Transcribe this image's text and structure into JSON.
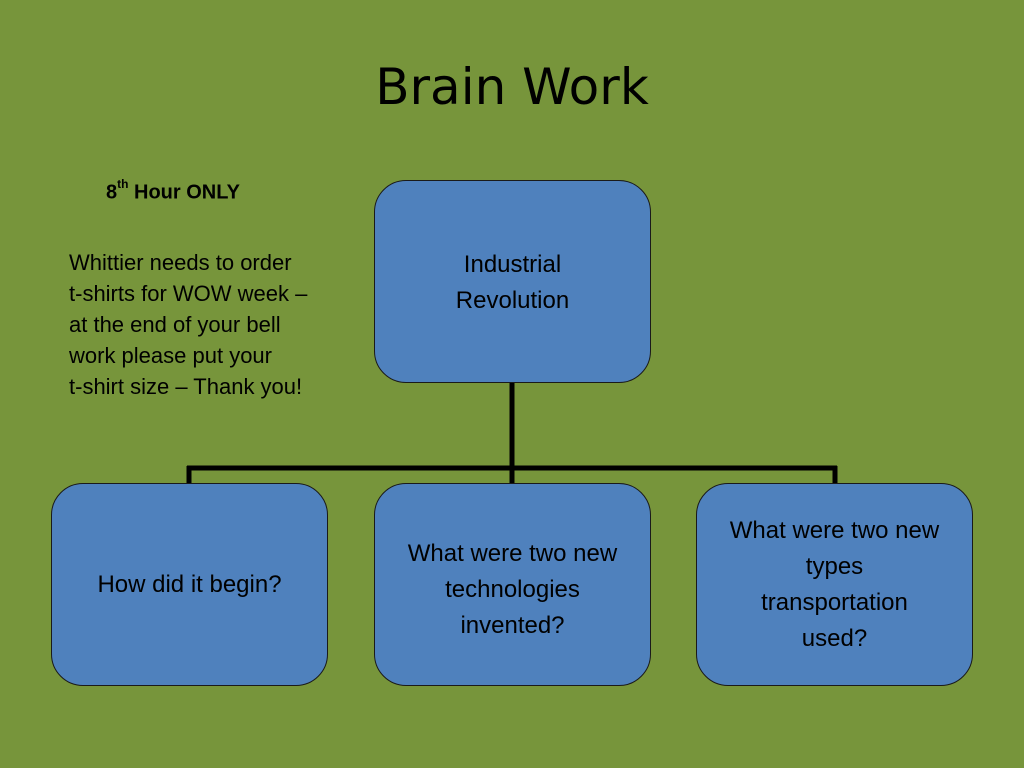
{
  "slide": {
    "title": "Brain Work"
  },
  "note": {
    "heading_number": "8",
    "heading_superscript": "th",
    "heading_rest": " Hour ONLY",
    "lines": [
      "Whittier needs to order",
      "t-shirts for WOW week –",
      "at the end of your bell",
      "work please put your",
      "t-shirt size – Thank you!"
    ]
  },
  "diagram": {
    "root": {
      "lines": [
        "Industrial",
        "Revolution"
      ]
    },
    "children": [
      {
        "lines": [
          "How did it begin?"
        ]
      },
      {
        "lines": [
          "What were two new",
          "technologies",
          "invented?"
        ]
      },
      {
        "lines": [
          "What were two new",
          "types",
          "transportation",
          "used?"
        ]
      }
    ]
  },
  "colors": {
    "background": "#77953b",
    "box_fill": "#4f81bd",
    "connector": "#000000"
  }
}
